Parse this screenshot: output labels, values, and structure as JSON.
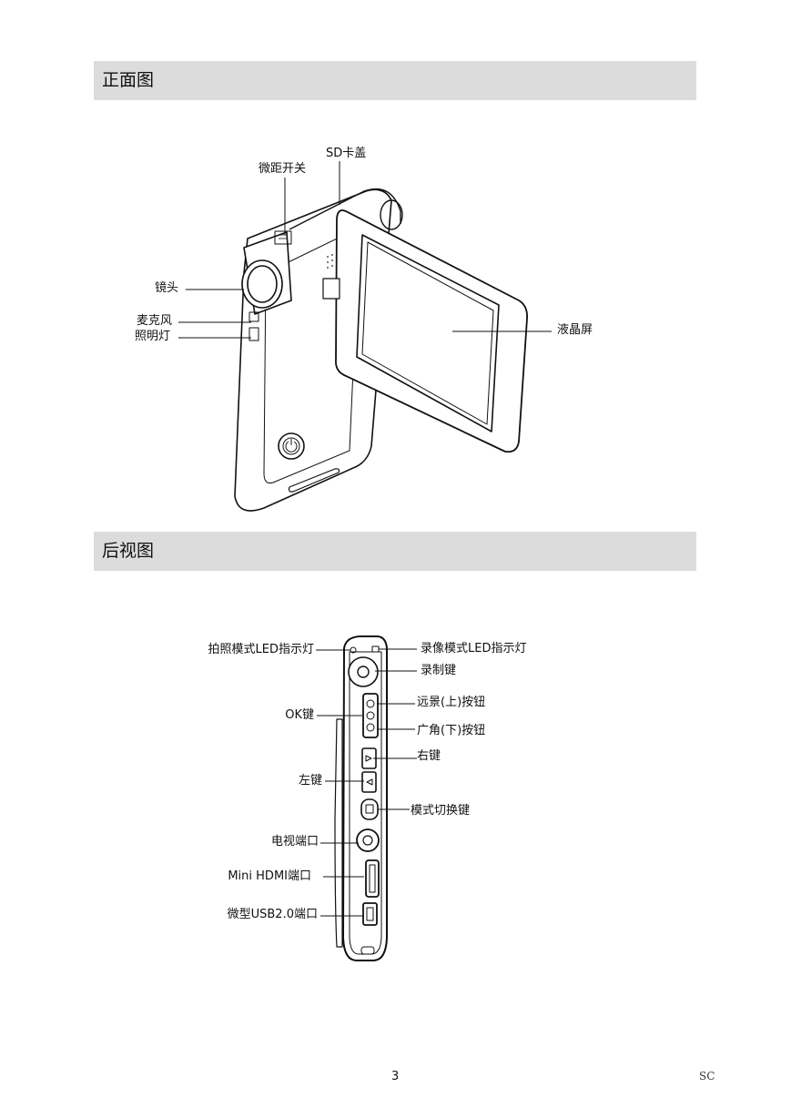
{
  "sections": {
    "front": {
      "title": "正面图"
    },
    "back": {
      "title": "后视图"
    }
  },
  "front_labels": {
    "sd_cover": "SD卡盖",
    "macro_switch": "微距开关",
    "lens": "镜头",
    "microphone": "麦克风",
    "light": "照明灯",
    "lcd": "液晶屏"
  },
  "back_labels": {
    "photo_led": "拍照模式LED指示灯",
    "video_led": "录像模式LED指示灯",
    "record_button": "录制键",
    "ok_button": "OK键",
    "tele_button": "远景(上)按钮",
    "wide_button": "广角(下)按钮",
    "right_button": "右键",
    "left_button": "左键",
    "mode_switch": "模式切换键",
    "tv_port": "电视端口",
    "hdmi_port": "Mini HDMI端口",
    "usb_port": "微型USB2.0端口"
  },
  "footer": {
    "page_number": "3",
    "language": "SC"
  }
}
